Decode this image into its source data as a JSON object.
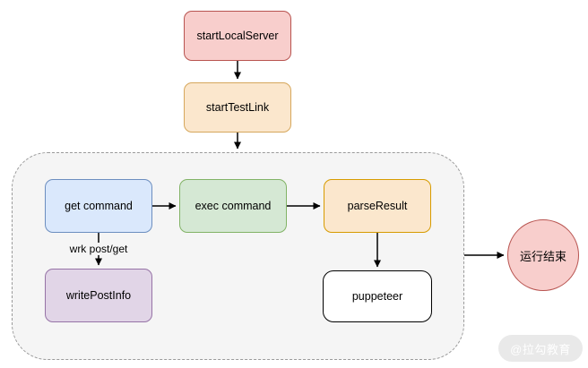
{
  "diagram": {
    "nodes": {
      "start_local_server": "startLocalServer",
      "start_test_link": "startTestLink",
      "get_command": "get command",
      "exec_command": "exec command",
      "parse_result": "parseResult",
      "write_post_info": "writePostInfo",
      "puppeteer": "puppeteer",
      "run_end": "运行结束"
    },
    "edges": [
      {
        "from": "startLocalServer",
        "to": "startTestLink",
        "label": ""
      },
      {
        "from": "startTestLink",
        "to": "task-group",
        "label": ""
      },
      {
        "from": "get command",
        "to": "exec command",
        "label": ""
      },
      {
        "from": "exec command",
        "to": "parseResult",
        "label": ""
      },
      {
        "from": "get command",
        "to": "writePostInfo",
        "label": "wrk post/get"
      },
      {
        "from": "parseResult",
        "to": "puppeteer",
        "label": ""
      },
      {
        "from": "task-group",
        "to": "运行结束",
        "label": ""
      }
    ],
    "edge_labels": {
      "wrk": "wrk post/get"
    },
    "colors": {
      "pink_fill": "#f8cecc",
      "pink_stroke": "#b85450",
      "orange_fill": "#fbe7cd",
      "orange_stroke_gold": "#d6a75c",
      "orange_stroke": "#d79b00",
      "blue_fill": "#dae8fc",
      "blue_stroke": "#6c8ebf",
      "green_fill": "#d5e8d4",
      "green_stroke": "#82b366",
      "purple_fill": "#e1d5e7",
      "purple_stroke": "#9673a6",
      "white_fill": "#ffffff",
      "black_stroke": "#000000",
      "group_fill": "#f5f5f5",
      "group_stroke": "#9a9a9a"
    }
  },
  "watermark": {
    "text": "@拉勾教育"
  }
}
